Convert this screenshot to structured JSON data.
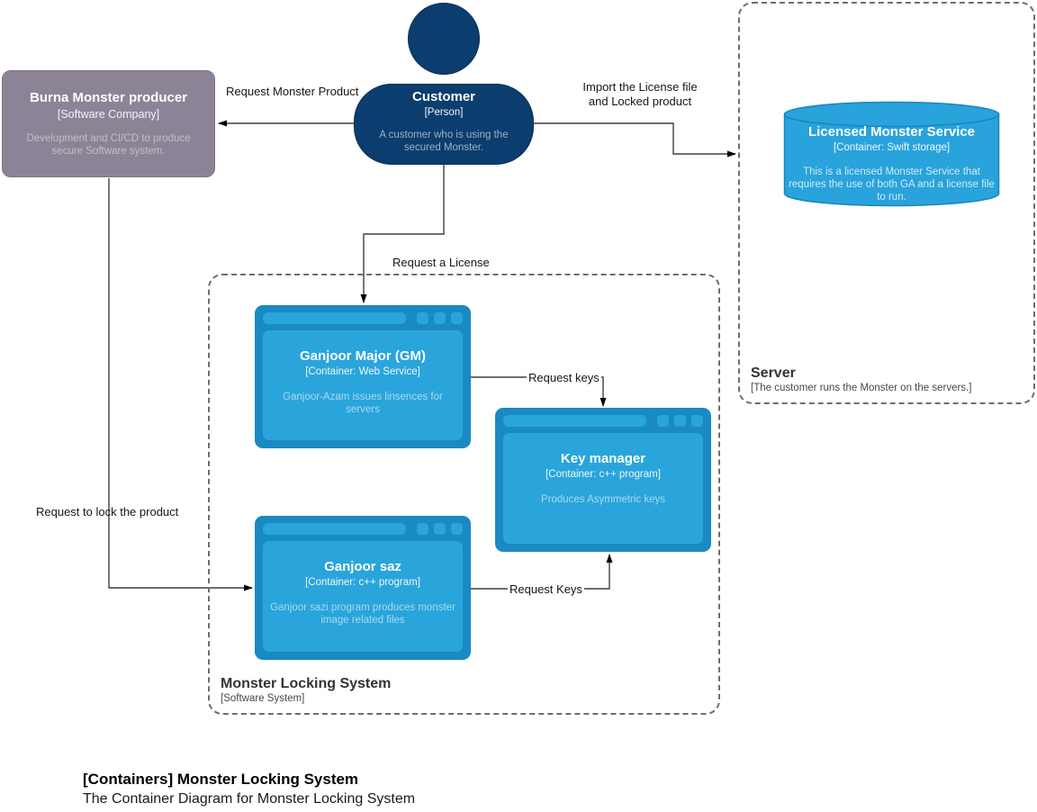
{
  "colors": {
    "person": "#0b3d6e",
    "person-border": "#072f55",
    "external": "#8c8496",
    "external-border": "#7b7388",
    "cframe": "#1a8ac2",
    "cpanel": "#29a5dc",
    "cyl-fill": "#29a3db",
    "cyl-border": "#1787bd",
    "line": "#3f3f3f"
  },
  "nodes": {
    "customer": {
      "title": "Customer",
      "type": "[Person]",
      "desc": "A customer who is using the secured Monster."
    },
    "burna_producer": {
      "title": "Burna Monster producer",
      "type": "[Software Company]",
      "desc": "Development and CI/CD to produce secure Software system."
    },
    "licensed_monster_service": {
      "title": "Licensed Monster Service",
      "type": "[Container: Swift storage]",
      "desc": "This is a licensed Monster Service that requires the use of both GA and a license file to run."
    },
    "ganjoor_major": {
      "title": "Ganjoor Major (GM)",
      "type": "[Container: Web Service]",
      "desc": "Ganjoor-Azam issues linsences for servers"
    },
    "key_manager": {
      "title": "Key manager",
      "type": "[Container: c++ program]",
      "desc": "Produces Asymmetric keys"
    },
    "ganjoor_saz": {
      "title": "Ganjoor saz",
      "type": "[Container: c++ program]",
      "desc": "Ganjoor sazi program produces monster image related files"
    }
  },
  "boundaries": {
    "server": {
      "title": "Server",
      "type": "[The customer runs the Monster on the servers.]"
    },
    "monster_locking_system": {
      "title": "Monster Locking System",
      "type": "[Software System]"
    }
  },
  "edges": {
    "request_monster_product": {
      "label": "Request Monster Product"
    },
    "import_license": {
      "line1": "Import the License file",
      "line2": "and Locked product"
    },
    "request_a_license": {
      "label": "Request a License"
    },
    "request_to_lock": {
      "label": "Request to lock the product"
    },
    "request_keys_gm": {
      "label": "Request keys"
    },
    "request_keys_saz": {
      "label": "Request Keys"
    }
  },
  "caption": {
    "title": "[Containers] Monster Locking System",
    "subtitle": "The Container Diagram for Monster Locking System"
  }
}
